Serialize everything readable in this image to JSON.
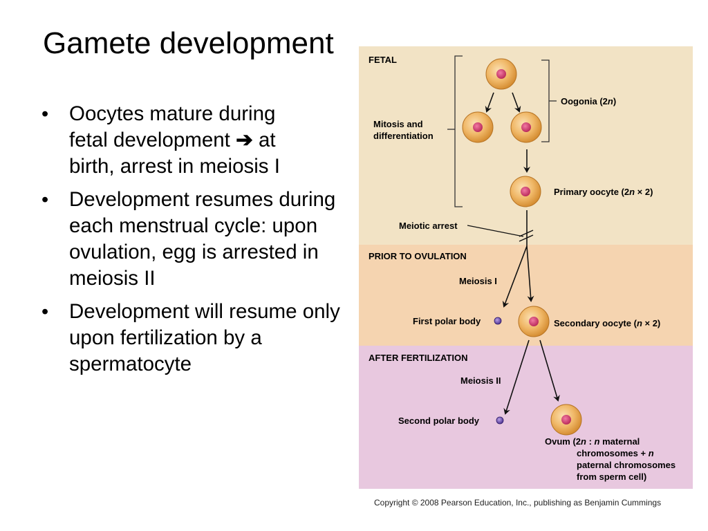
{
  "slide": {
    "title": "Gamete development",
    "bullets": [
      {
        "lines": [
          "Oocytes mature during",
          "fetal development",
          "at",
          "birth, arrest in meiosis I"
        ],
        "arrow": "➔"
      },
      {
        "text": "Development resumes during each menstrual cycle: upon ovulation, egg is arrested in meiosis II"
      },
      {
        "text": "Development will resume only upon fertilization by a spermatocyte"
      }
    ],
    "bullet_char": "•"
  },
  "figure": {
    "bands": {
      "fetal": "FETAL",
      "prior": "PRIOR TO OVULATION",
      "after": "AFTER FERTILIZATION"
    },
    "labels": {
      "mitosis_line1": "Mitosis and",
      "mitosis_line2": "differentiation",
      "oogonia_pre": "Oogonia (2",
      "oogonia_n": "n",
      "oogonia_post": ")",
      "primary_pre": "Primary oocyte (2",
      "primary_n": "n",
      "primary_post": " × 2)",
      "meiotic_arrest": "Meiotic arrest",
      "meiosis_i": "Meiosis I",
      "first_polar": "First polar body",
      "secondary_pre": "Secondary oocyte (",
      "secondary_n": "n",
      "secondary_post": " × 2)",
      "meiosis_ii": "Meiosis II",
      "second_polar": "Second polar body",
      "ovum_pre": "Ovum (2",
      "ovum_n1": "n",
      "ovum_mid": " : ",
      "ovum_n2": "n",
      "ovum_post1": " maternal",
      "ovum_line2_pre": "chromosomes + ",
      "ovum_line2_n": "n",
      "ovum_line3": "paternal chromosomes",
      "ovum_line4": "from sperm cell)"
    },
    "colors": {
      "fetal": "#f2e3c5",
      "prior": "#f5d4b0",
      "after": "#e8c8df",
      "cell_outer": "#e8a64a",
      "nucleus": "#d63c6e",
      "polar_body": "#6a4bb0"
    }
  },
  "copyright": "Copyright © 2008 Pearson Education, Inc., publishing as Benjamin Cummings"
}
